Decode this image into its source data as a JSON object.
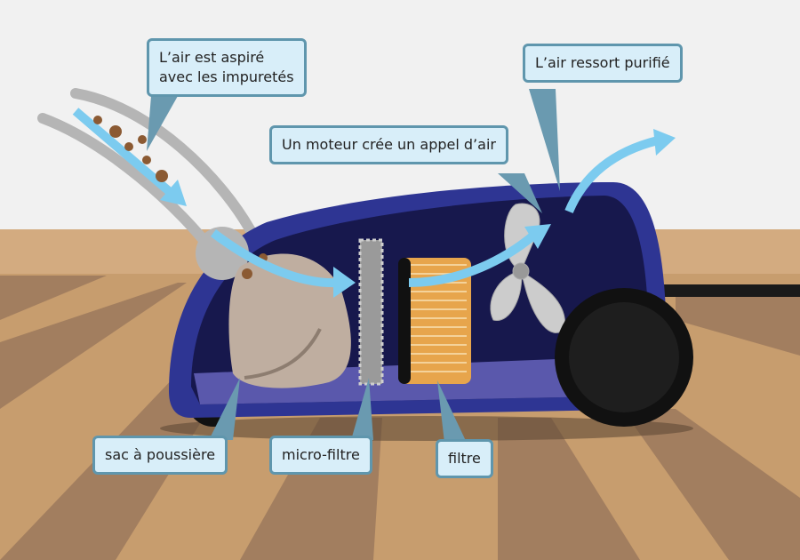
{
  "labels": {
    "intake": [
      "L’air est aspiré",
      "avec les impuretés"
    ],
    "exhaust": "L’air ressort purifié",
    "motor": "Un moteur crée un appel d’air",
    "bag": "sac à poussière",
    "microfilter": "micro-filtre",
    "filter": "filtre"
  },
  "colors": {
    "sky": "#f1f1f1",
    "floor": "#c79d6e",
    "floor_dark": "#a27e5f",
    "body_border": "#2e3593",
    "body_inner": "#17184d",
    "air_arrow": "#7ccbef",
    "callout_bg": "#d8eef9",
    "callout_border": "#5f96ad"
  }
}
